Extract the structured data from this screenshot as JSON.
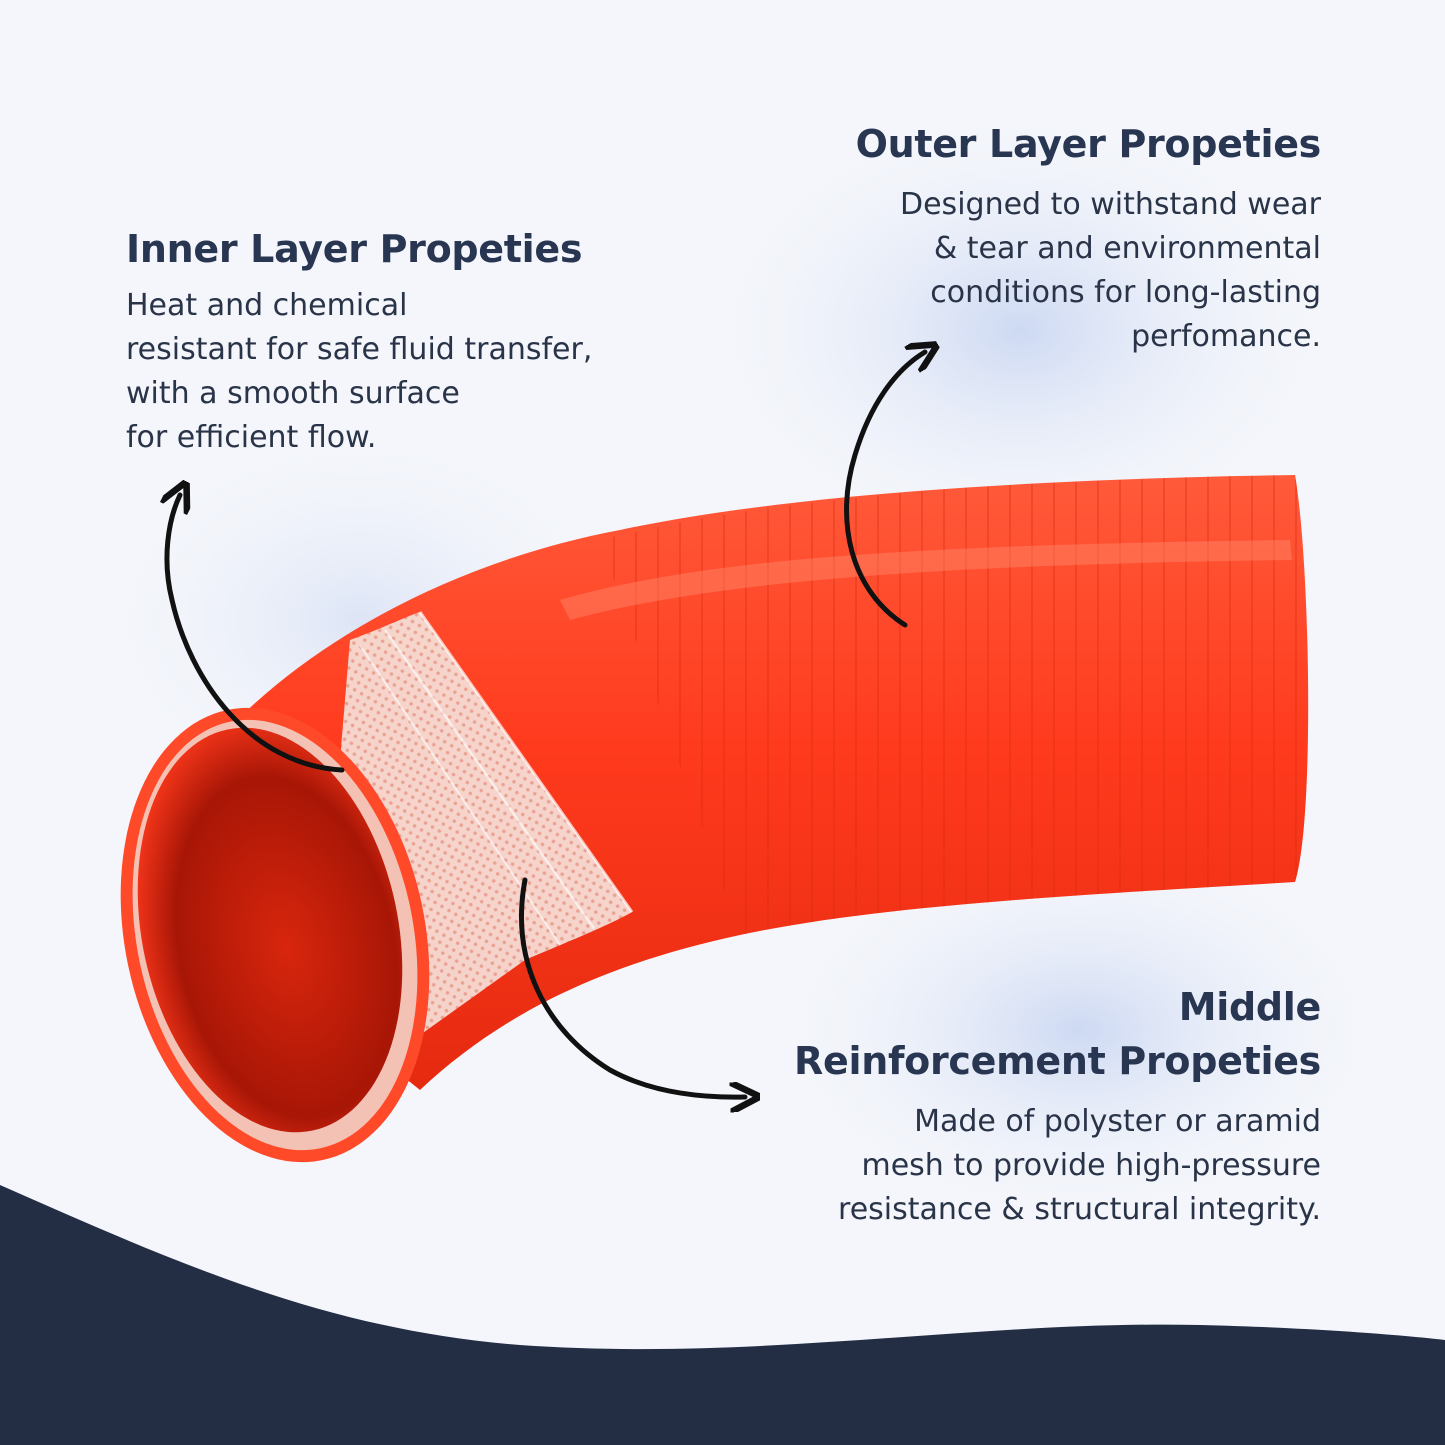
{
  "colors": {
    "background": "#f4f6fb",
    "glow": "#cfdaf4",
    "navy": "#232d44",
    "hose": "#ff3a1d",
    "hose_dark": "#c11a08",
    "mesh": "#f3d2c9",
    "text": "#2a3448",
    "arrow": "#111111"
  },
  "callouts": {
    "inner": {
      "title": "Inner Layer Propeties",
      "lines": [
        "Heat and chemical",
        "resistant for safe fluid transfer,",
        "with a smooth surface",
        "for efficient flow."
      ]
    },
    "outer": {
      "title": "Outer Layer Propeties",
      "lines": [
        "Designed to withstand wear",
        "& tear and environmental",
        "conditions for long-lasting",
        "perfomance."
      ]
    },
    "middle": {
      "title_line1": "Middle",
      "title_line2": "Reinforcement Propeties",
      "lines": [
        "Made of polyster or aramid",
        "mesh to provide high-pressure",
        "resistance & structural integrity."
      ]
    }
  },
  "icons": {
    "arrows": [
      "curved-arrow-icon",
      "curved-arrow-icon",
      "curved-arrow-icon"
    ]
  }
}
